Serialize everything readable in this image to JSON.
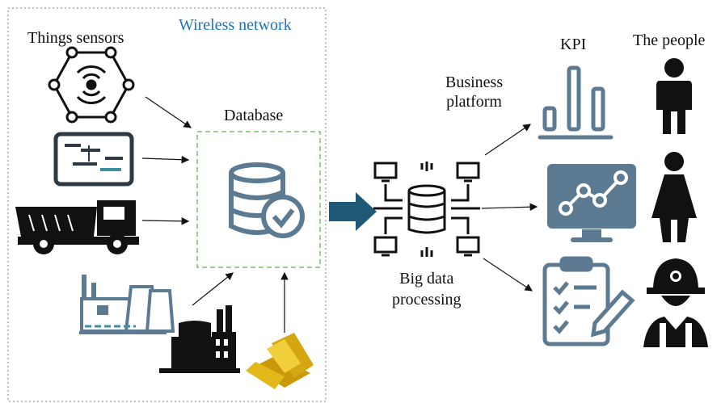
{
  "labels": {
    "wireless_network": "Wireless network",
    "things_sensors": "Things sensors",
    "database": "Database",
    "business_platform_1": "Business",
    "business_platform_2": "platform",
    "big_data_1": "Big data",
    "big_data_2": "processing",
    "kpi": "KPI",
    "the_people": "The people"
  },
  "icons": [
    "iot-sensor-icon",
    "gantt-screen-icon",
    "dump-truck-icon",
    "power-plant-icon",
    "factory-icon",
    "gold-bars-icon",
    "database-check-icon",
    "big-data-network-icon",
    "bar-chart-icon",
    "monitor-line-chart-icon",
    "checklist-icon",
    "man-icon",
    "woman-icon",
    "worker-icon"
  ],
  "colors": {
    "wireless_text": "#1f73b7",
    "database_border": "#7cc36a",
    "icon_slate": "#5d7a93",
    "flow_arrow": "#1e5a78",
    "teal_accent": "#3a8fa3",
    "gold": "#e2b81a"
  }
}
